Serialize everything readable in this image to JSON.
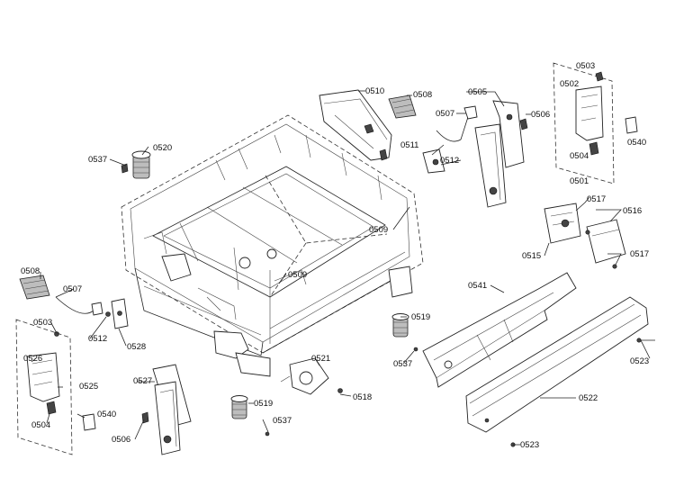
{
  "labels": {
    "l0503a": "0503",
    "l0502": "0502",
    "l0540a": "0540",
    "l0504a": "0504",
    "l0501": "0501",
    "l0510": "0510",
    "l0508a": "0508",
    "l0505": "0505",
    "l0507a": "0507",
    "l0506a": "0506",
    "l0537a": "0537",
    "l0520": "0520",
    "l0511": "0511",
    "l0512a": "0512",
    "l0509a": "0509",
    "l0517a": "0517",
    "l0516": "0516",
    "l0515": "0515",
    "l0517b": "0517",
    "l0508b": "0508",
    "l0507b": "0507",
    "l0509b": "0509",
    "l0541": "0541",
    "l0503b": "0503",
    "l0512b": "0512",
    "l0528": "0528",
    "l0519a": "0519",
    "l0537b": "0537",
    "l0523a": "0523",
    "l0526": "0526",
    "l0525": "0525",
    "l0527": "0527",
    "l0521": "0521",
    "l0518": "0518",
    "l0522": "0522",
    "l0540b": "0540",
    "l0504b": "0504",
    "l0506b": "0506",
    "l0519b": "0519",
    "l0537c": "0537",
    "l0523b": "0523"
  },
  "colors": {
    "line": "#222222",
    "background": "#ffffff",
    "shade": "#bdbdbd"
  }
}
